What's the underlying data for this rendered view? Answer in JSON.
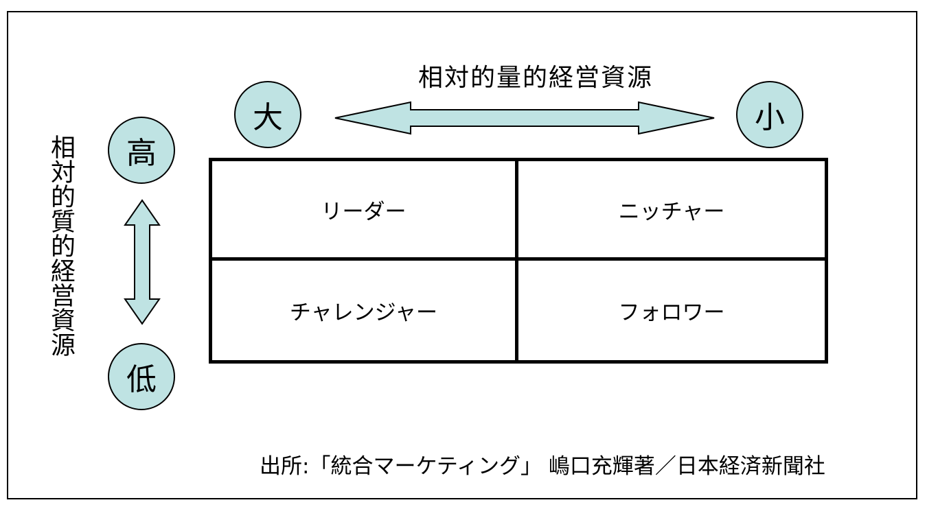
{
  "title_horizontal": "相対的量的経営資源",
  "title_vertical": "相対的質的経営資源",
  "labels": {
    "large": "大",
    "small": "小",
    "high": "高",
    "low": "低"
  },
  "cells": {
    "top_left": "リーダー",
    "top_right": "ニッチャー",
    "bottom_left": "チャレンジャー",
    "bottom_right": "フォロワー"
  },
  "source": "出所:「統合マーケティング」 嶋口充輝著／日本経済新聞社",
  "colors": {
    "accent_fill": "#bfe3e3",
    "stroke": "#000000",
    "background": "#ffffff"
  }
}
